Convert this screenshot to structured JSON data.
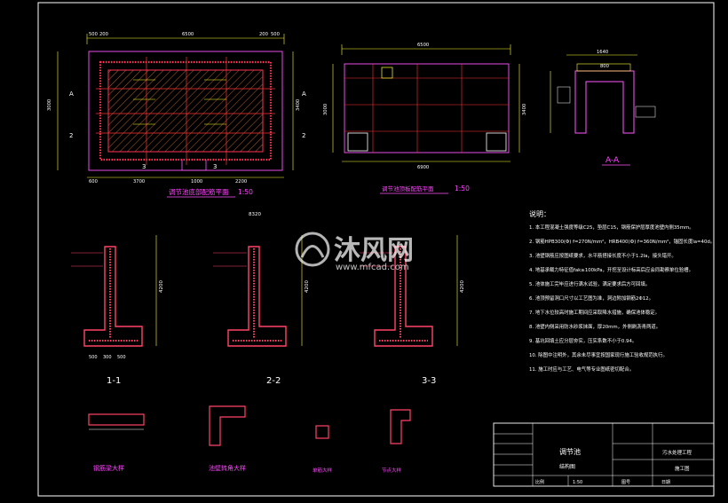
{
  "drawing": {
    "views": {
      "plan_top_title": "调节池底部配筋平面",
      "plan_top_scale": "1:50",
      "plan_mid_title": "调节池顶板配筋平面",
      "plan_mid_scale": "1:50",
      "section_aa": "A-A",
      "section_11": "1-1",
      "section_22": "2-2",
      "section_33": "3-3",
      "detail_1": "钢筋梁大样",
      "detail_2": "池壁转角大样",
      "detail_3": "单筋大样",
      "detail_4": "节点大样"
    },
    "dims": {
      "plan_top_w": "6500",
      "plan_top_l1": "500",
      "plan_top_l2": "200",
      "plan_top_r1": "200",
      "plan_top_r2": "500",
      "plan_top_b1": "600",
      "plan_top_b2": "3700",
      "plan_top_b3": "1000",
      "plan_top_b4": "2200",
      "plan_top_h": "3000",
      "plan_top_h2": "3400",
      "plan_mid_w": "6500",
      "plan_mid_w2": "6900",
      "plan_mid_h": "3000",
      "plan_mid_h2": "3400",
      "aa_w": "1640",
      "aa_w2": "800",
      "sec_h": "4200",
      "sec_w1": "500",
      "sec_w2": "300",
      "sec_w3": "500",
      "sec_top": "8320"
    },
    "notes": {
      "title": "说明：",
      "lines": [
        "1. 本工程混凝土强度等级C25，垫层C15，钢筋保护层厚度池壁内侧35mm。",
        "2. 钢筋HPB300(Φ) f=270N/mm²，HRB400(Ф) f=360N/mm²，锚固长度la=40d。",
        "3. 池壁钢筋应按图纸要求，水平筋搭接长度不小于1.2la，接头错开。",
        "4. 地基承载力特征值fak≥100kPa，开挖至设计标高后应会同勘察单位验槽。",
        "5. 池体施工完毕应进行满水试验，满足要求后方可回填。",
        "6. 池顶预留洞口尺寸以工艺图为准，洞边附加钢筋2Φ12。",
        "7. 地下水位较高时施工期间应采取降水措施，确保池体稳定。",
        "8. 池壁内侧采用防水砂浆抹面，厚20mm，外侧刷沥青两道。",
        "9. 基坑回填土应分层夯实，压实系数不小于0.94。",
        "10. 除图中注明外，其余未尽事宜按国家现行施工验收规范执行。",
        "11. 施工时应与工艺、电气等专业图纸密切配合。"
      ]
    },
    "titleblock": {
      "project": "调节池",
      "drawing_name": "结构图",
      "stage": "施工图",
      "company": "污水处理工程",
      "scale_label": "比例",
      "scale_value": "1:50",
      "sheet_label": "图号",
      "date_label": "日期"
    },
    "watermark": {
      "brand": "沐风网",
      "url": "www.mfcad.com"
    }
  }
}
